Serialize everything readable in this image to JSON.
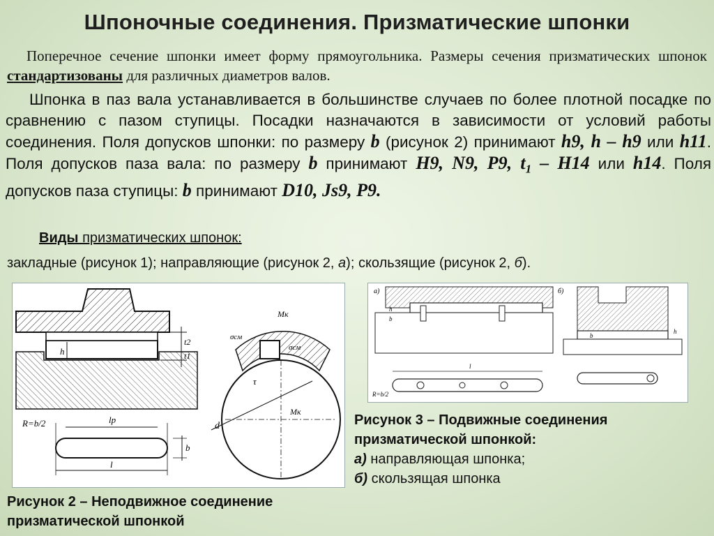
{
  "title": "Шпоночные соединения. Призматические шпонки",
  "para1": {
    "before": "Поперечное сечение шпонки имеет форму прямоугольника. Размеры сечения призматических шпонок ",
    "bold": "стандартизованы",
    "after": " для различных диаметров валов."
  },
  "para2": {
    "t1": "Шпонка в паз вала устанавливается в большинстве случаев по более плотной посадке по сравнению с пазом ступицы. Посадки назначаются в зависимости от условий работы соединения. Поля допусков шпонки: по размеру ",
    "b1": "b",
    "t2": " (рисунок 2) принимают ",
    "f1": "h9",
    "t3": ", ",
    "f2": "h – h9",
    "t4": " или ",
    "f3": "h11",
    "t5": ". Поля допусков паза вала: по размеру ",
    "b2": "b",
    "t6": " принимают ",
    "f4": "H9",
    "t7": ", ",
    "f5": "N9",
    "t8": ", ",
    "f6": "P9",
    "t9": ", ",
    "f7": "t",
    "f7sub": "1",
    "f8": " – H14",
    "t10": " или ",
    "f9": "h14",
    "t11": ". Поля допусков паза ступицы: ",
    "b3": "b",
    "t12": " принимают ",
    "f10": "D10",
    "t13": ", ",
    "f11": "Js9",
    "t14": ", ",
    "f12": "P9",
    "t15": "."
  },
  "types": {
    "bold": "Виды",
    "rest": " призматических шпонок:"
  },
  "types_list": {
    "t1": "закладные (рисунок 1); направляющие (рисунок 2, ",
    "a": "а",
    "t2": "); скользящие (рисунок 2, ",
    "b": "б",
    "t3": ")."
  },
  "fig2_labels": {
    "h": "h",
    "t2": "t2",
    "t1": "t1",
    "R": "R=b/2",
    "lp": "lp",
    "b": "b",
    "l": "l",
    "Mk": "Mк",
    "sigma_left": "σсм",
    "sigma_right": "σсм",
    "tau": "τ",
    "d": "d",
    "Mk2": "Mк"
  },
  "fig3_labels": {
    "a": "а)",
    "b_fig": "б)",
    "h": "h",
    "b": "b",
    "l": "l",
    "R": "R=b/2",
    "h2": "h",
    "b2": "b"
  },
  "caption3": {
    "title": "Рисунок 3 – Подвижные соединения призматической шпонкой:",
    "a_label": "а)",
    "a_text": " направляющая шпонка;",
    "b_label": "б)",
    "b_text": " скользящая шпонка"
  },
  "caption2": "Рисунок 2 – Неподвижное соединение призматической шпонкой"
}
